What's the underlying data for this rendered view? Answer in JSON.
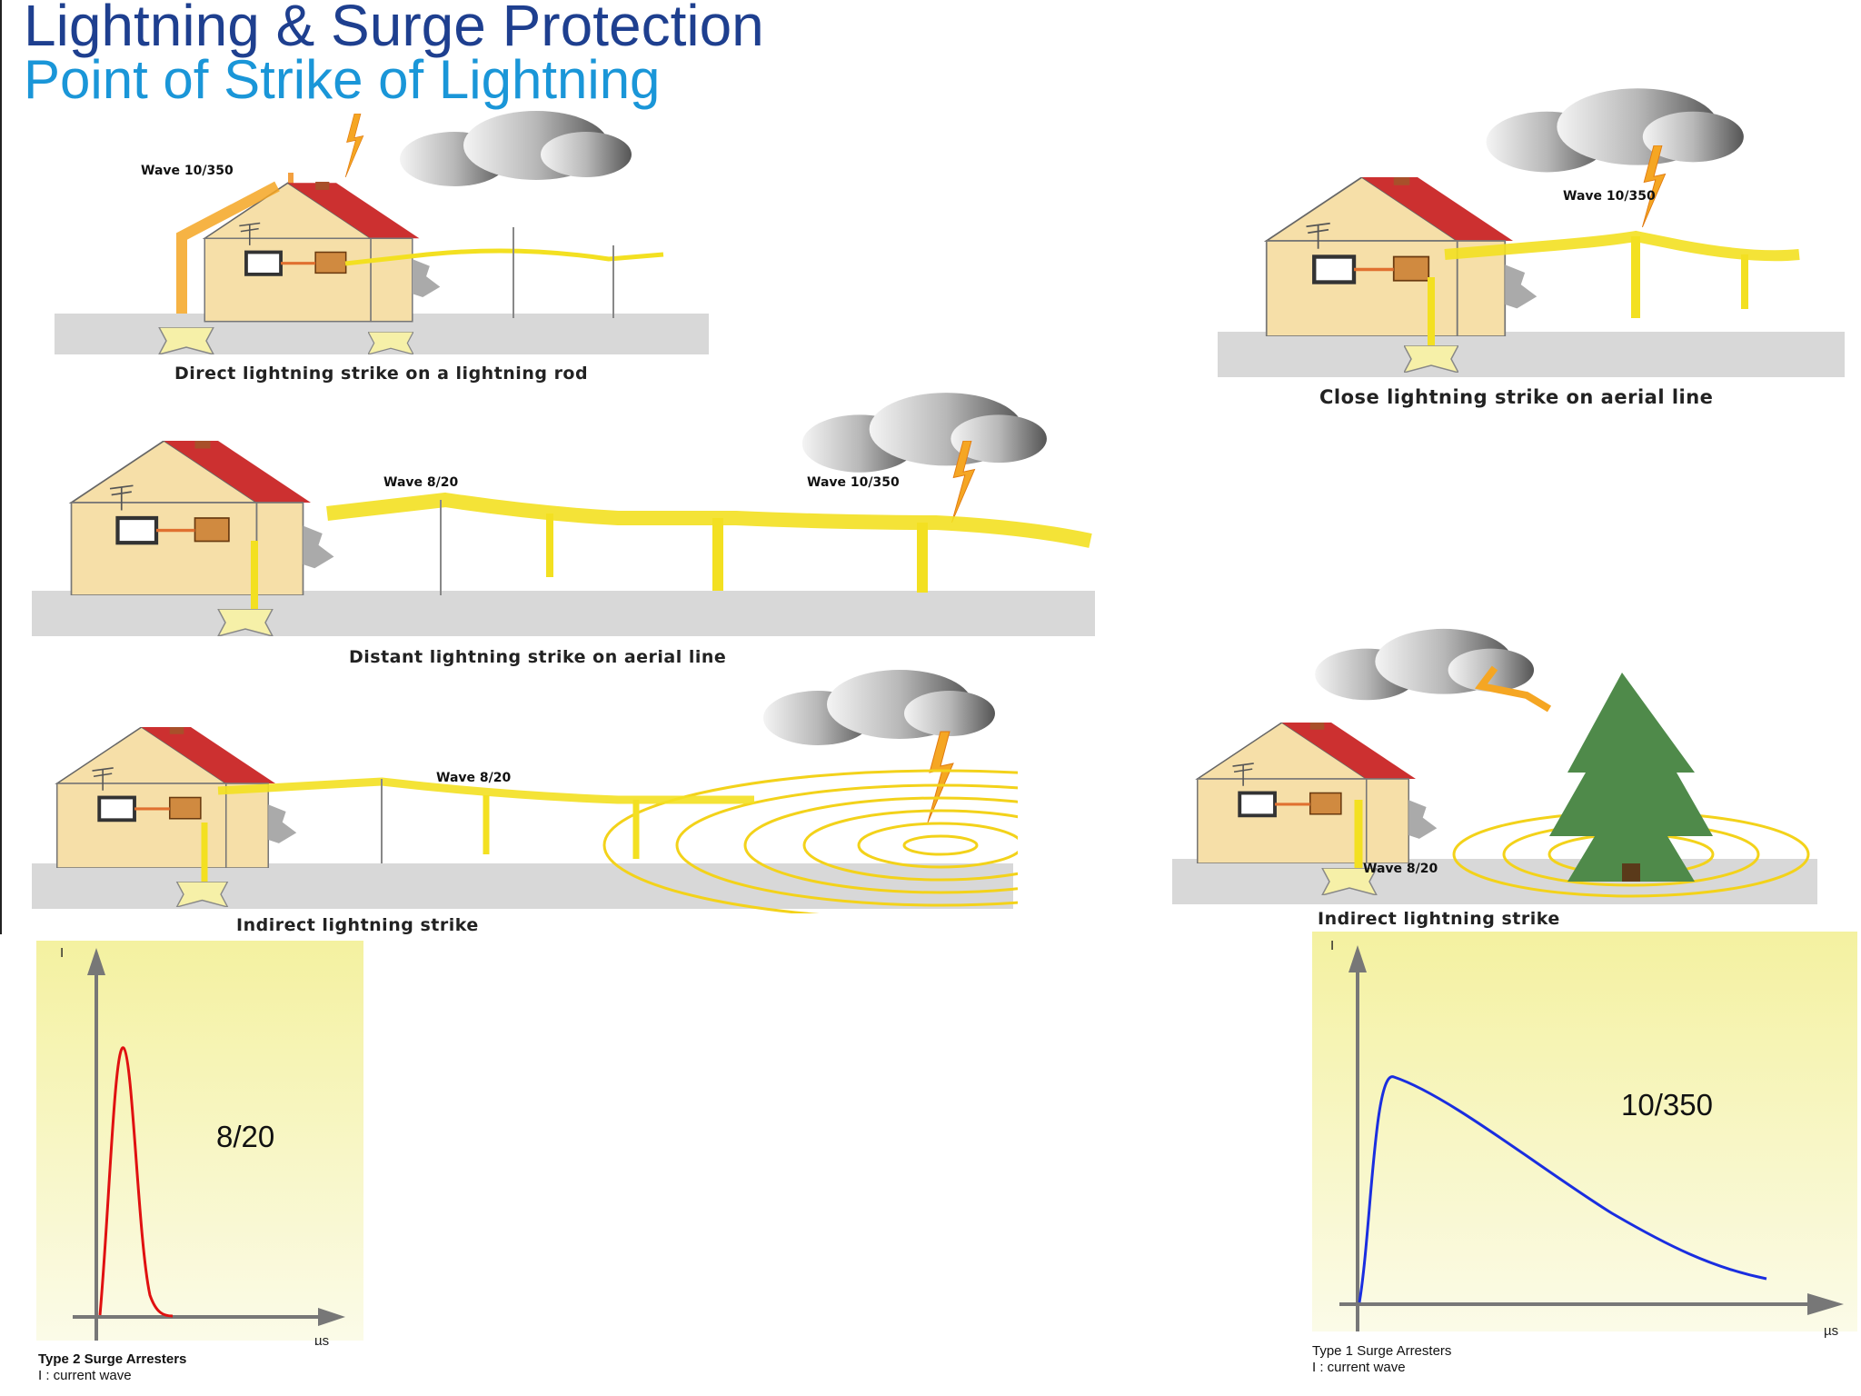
{
  "header": {
    "title": "Lightning & Surge Protection",
    "subtitle": "Point of Strike of Lightning"
  },
  "scenes": {
    "direct_rod": {
      "caption": "Direct lightning strike on a lightning rod",
      "wave_label": "Wave 10/350"
    },
    "close_aerial": {
      "caption": "Close lightning strike on aerial line",
      "wave_label": "Wave 10/350"
    },
    "distant_aerial": {
      "caption": "Distant lightning strike on aerial line",
      "wave_label_1": "Wave 8/20",
      "wave_label_2": "Wave 10/350"
    },
    "indirect_ground": {
      "caption": "Indirect lightning strike",
      "wave_label": "Wave 8/20"
    },
    "indirect_tree": {
      "caption": "Indirect lightning strike",
      "wave_label": "Wave 8/20"
    }
  },
  "waveforms": {
    "type2": {
      "ratio": "8/20",
      "y_axis": "I",
      "x_axis": "µs",
      "note_1": "Type 2 Surge Arresters",
      "note_2": "I : current wave",
      "curve_color": "#e01010"
    },
    "type1": {
      "ratio": "10/350",
      "y_axis": "I",
      "x_axis": "µs",
      "note_1": "Type 1 Surge Arresters",
      "note_2": "I : current wave",
      "curve_color": "#1a2ee0"
    }
  },
  "colors": {
    "title": "#1e3f8f",
    "subtitle": "#1a96d8",
    "surge": "#f3e021",
    "roof": "#cc3030",
    "wall": "#f6dfa8",
    "tree": "#4f8a4a"
  }
}
